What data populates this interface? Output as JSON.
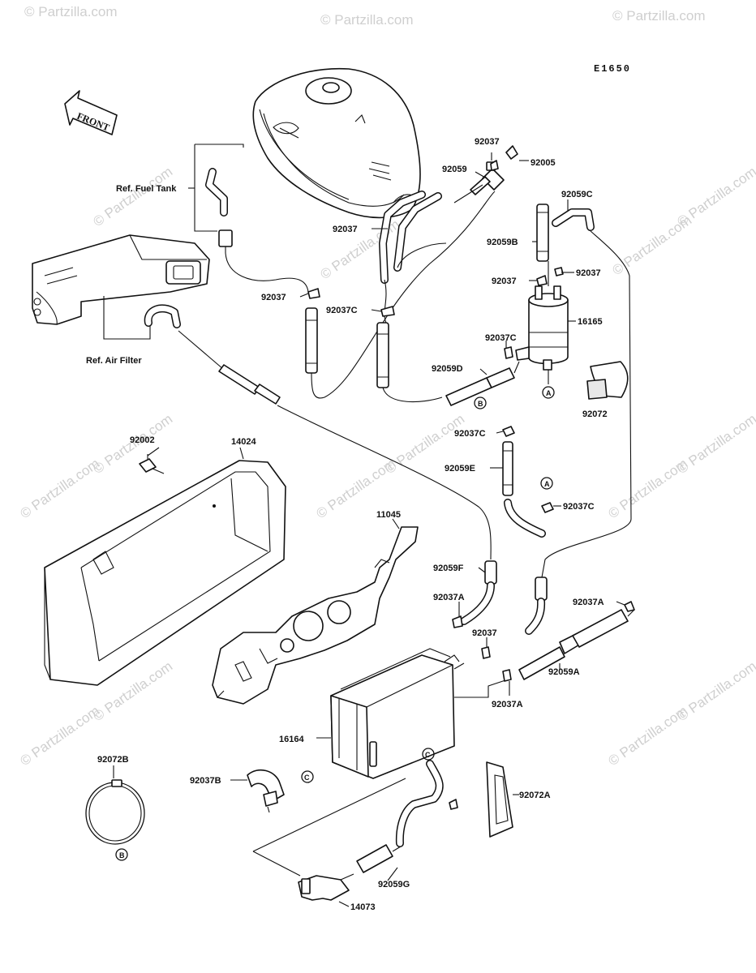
{
  "drawing_code": "E1650",
  "front_label": "FRONT",
  "watermark": "© Partzilla.com",
  "ref_labels": {
    "fuel_tank": "Ref. Fuel Tank",
    "air_filter": "Ref. Air Filter"
  },
  "callouts": {
    "c92037_top": "92037",
    "c92059_top": "92059",
    "c92005": "92005",
    "c92059C": "92059C",
    "c92037_tank": "92037",
    "c92059B": "92059B",
    "c92037_pump_l": "92037",
    "c92037_pump_r": "92037",
    "c92037_left": "92037",
    "c92037C_mid": "92037C",
    "c16165": "16165",
    "c92037C_pump": "92037C",
    "c92059D": "92059D",
    "c92072": "92072",
    "c92002": "92002",
    "c14024": "14024",
    "c92037C_e": "92037C",
    "c92059E": "92059E",
    "c92037C_a": "92037C",
    "c11045": "11045",
    "c92059F": "92059F",
    "c92037A_mid": "92037A",
    "c92037_can": "92037",
    "c92037A_right": "92037A",
    "c92059A": "92059A",
    "c92037A_low": "92037A",
    "c16164": "16164",
    "c92072B": "92072B",
    "c92037B": "92037B",
    "c92072A": "92072A",
    "c92059G": "92059G",
    "c14073": "14073"
  },
  "markers": {
    "A": "A",
    "B": "B",
    "C": "C"
  }
}
